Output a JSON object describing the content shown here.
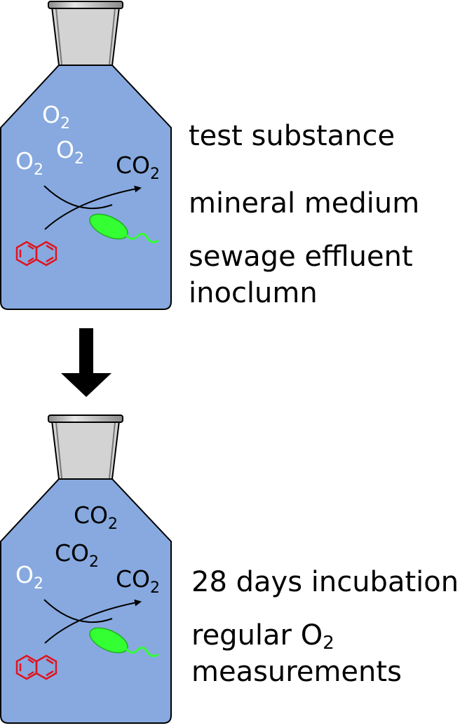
{
  "top_bottle": {
    "gases": [
      {
        "main": "O",
        "sub": "2",
        "color": "#ffffff"
      },
      {
        "main": "O",
        "sub": "2",
        "color": "#ffffff"
      },
      {
        "main": "O",
        "sub": "2",
        "color": "#ffffff"
      },
      {
        "main": "CO",
        "sub": "2",
        "color": "#000000"
      }
    ],
    "labels": {
      "test_substance": "test substance",
      "mineral_medium": "mineral medium",
      "inoculum_line1": "sewage effluent",
      "inoculum_line2": "inoclumn"
    }
  },
  "bottom_bottle": {
    "gases": [
      {
        "main": "CO",
        "sub": "2",
        "color": "#000000"
      },
      {
        "main": "CO",
        "sub": "2",
        "color": "#000000"
      },
      {
        "main": "O",
        "sub": "2",
        "color": "#ffffff"
      },
      {
        "main": "CO",
        "sub": "2",
        "color": "#000000"
      }
    ],
    "labels": {
      "incubation": "28 days incubation",
      "measurements_prefix": "regular O",
      "measurements_sub": "2",
      "measurements_line2": "measurements"
    }
  },
  "colors": {
    "bottle_fill": "#87a9df",
    "cap_fill": "#d3d3d3",
    "molecule_ring": "#e0141e",
    "bacterium": "#33ff33",
    "arrow": "#000000"
  },
  "icons": [
    "bottle-icon",
    "naphthalene-icon",
    "bacterium-icon",
    "down-arrow-icon"
  ]
}
